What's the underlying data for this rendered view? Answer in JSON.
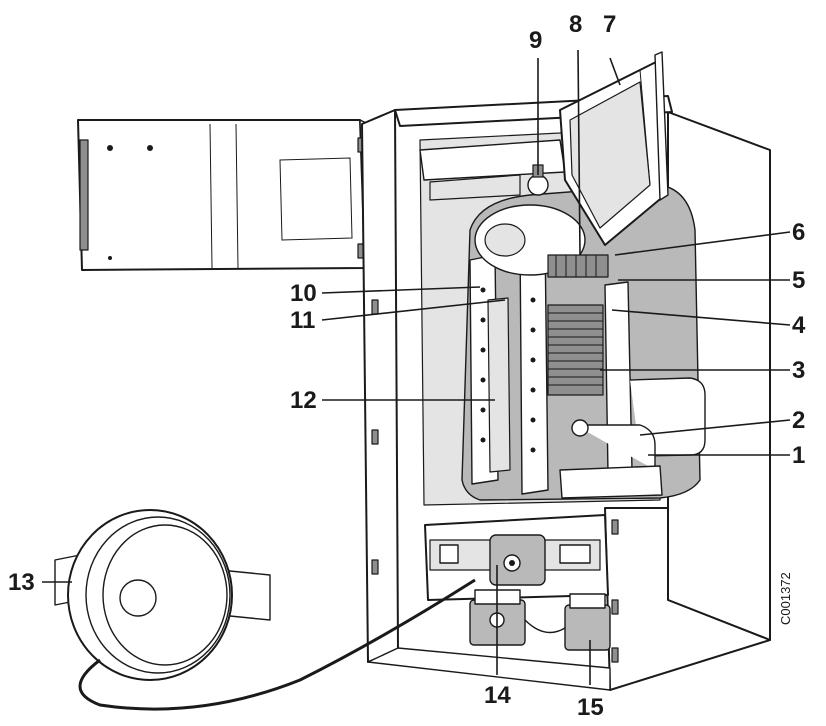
{
  "figure": {
    "drawing_code": "C001372",
    "callouts": [
      {
        "id": "1",
        "label": "1"
      },
      {
        "id": "2",
        "label": "2"
      },
      {
        "id": "3",
        "label": "3"
      },
      {
        "id": "4",
        "label": "4"
      },
      {
        "id": "5",
        "label": "5"
      },
      {
        "id": "6",
        "label": "6"
      },
      {
        "id": "7",
        "label": "7"
      },
      {
        "id": "8",
        "label": "8"
      },
      {
        "id": "9",
        "label": "9"
      },
      {
        "id": "10",
        "label": "10"
      },
      {
        "id": "11",
        "label": "11"
      },
      {
        "id": "12",
        "label": "12"
      },
      {
        "id": "13",
        "label": "13"
      },
      {
        "id": "14",
        "label": "14"
      },
      {
        "id": "15",
        "label": "15"
      }
    ]
  }
}
